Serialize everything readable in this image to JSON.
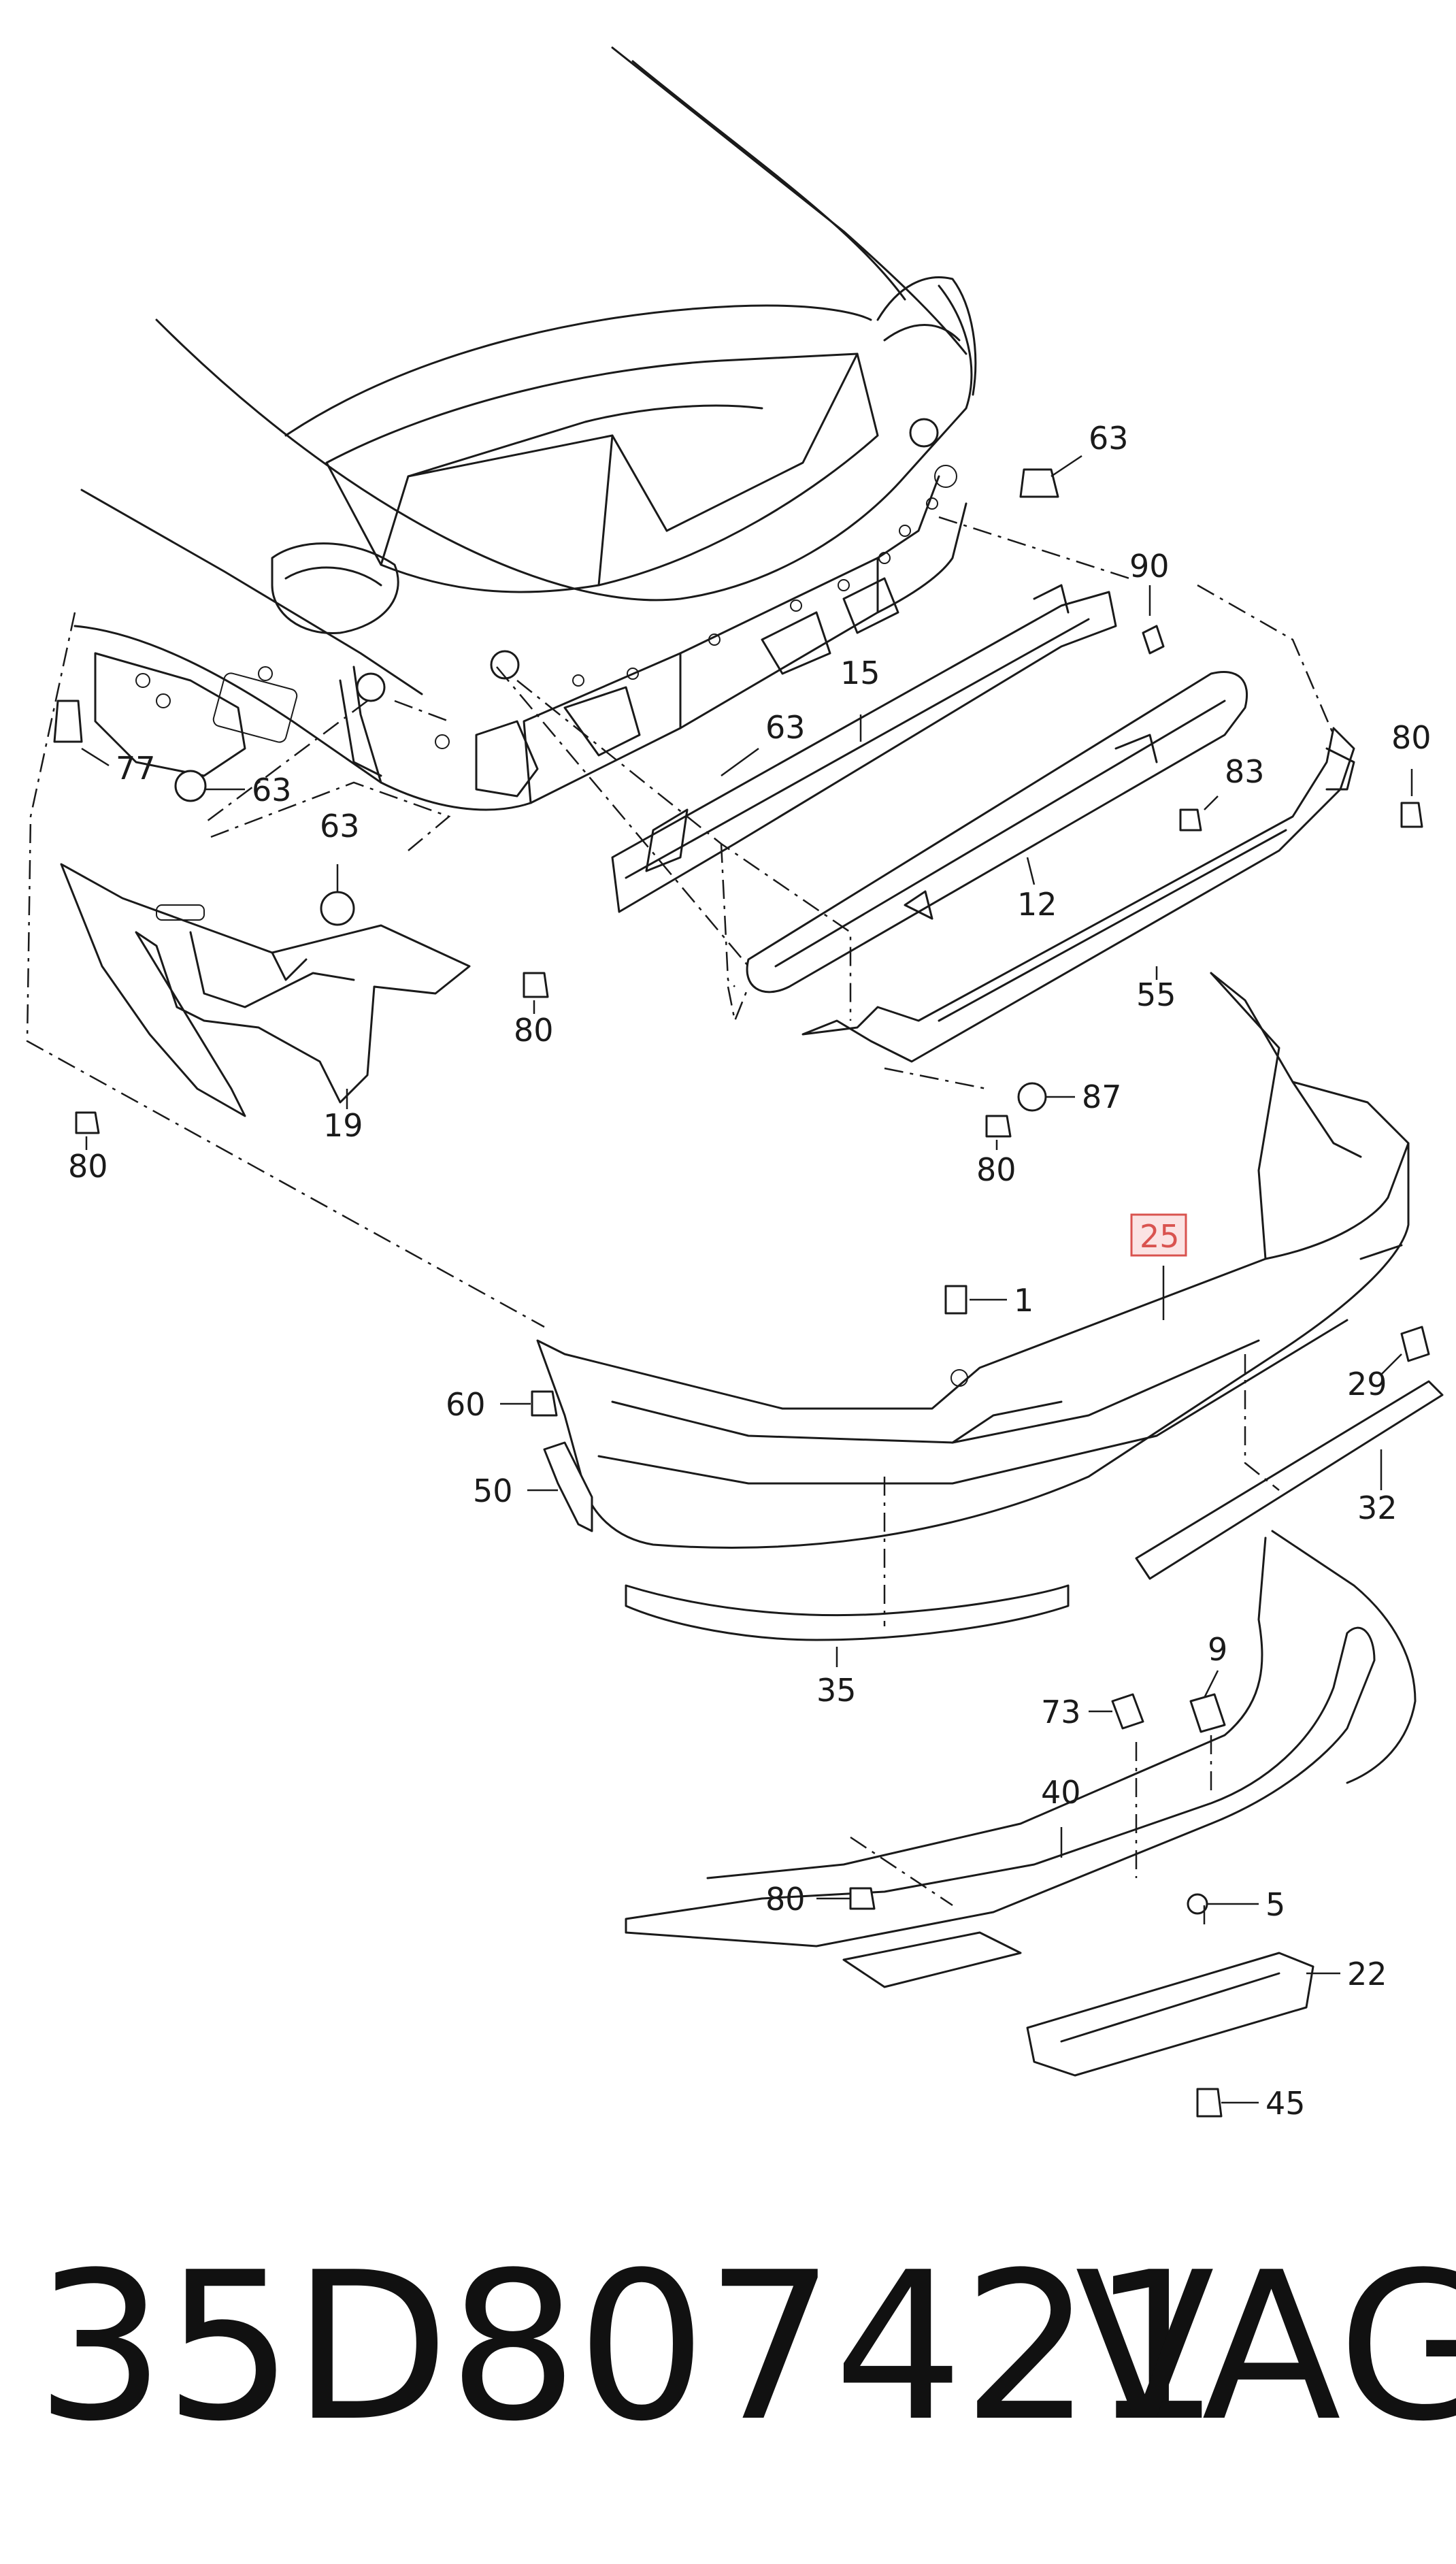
{
  "callouts": {
    "c63a": "63",
    "c90": "90",
    "c15": "15",
    "c63b": "63",
    "c80a": "80",
    "c83": "83",
    "c77": "77",
    "c63c": "63",
    "c63d": "63",
    "c12": "12",
    "c80b": "80",
    "c55": "55",
    "c87": "87",
    "c19": "19",
    "c80c": "80",
    "c80d": "80",
    "c25": "25",
    "c1": "1",
    "c60": "60",
    "c29": "29",
    "c50": "50",
    "c32": "32",
    "c35": "35",
    "c9": "9",
    "c73": "73",
    "c40": "40",
    "c80e": "80",
    "c5": "5",
    "c22": "22",
    "c45": "45"
  },
  "highlighted_part": "25",
  "footer": {
    "part_number": "35D807421",
    "brand": "VAG"
  }
}
